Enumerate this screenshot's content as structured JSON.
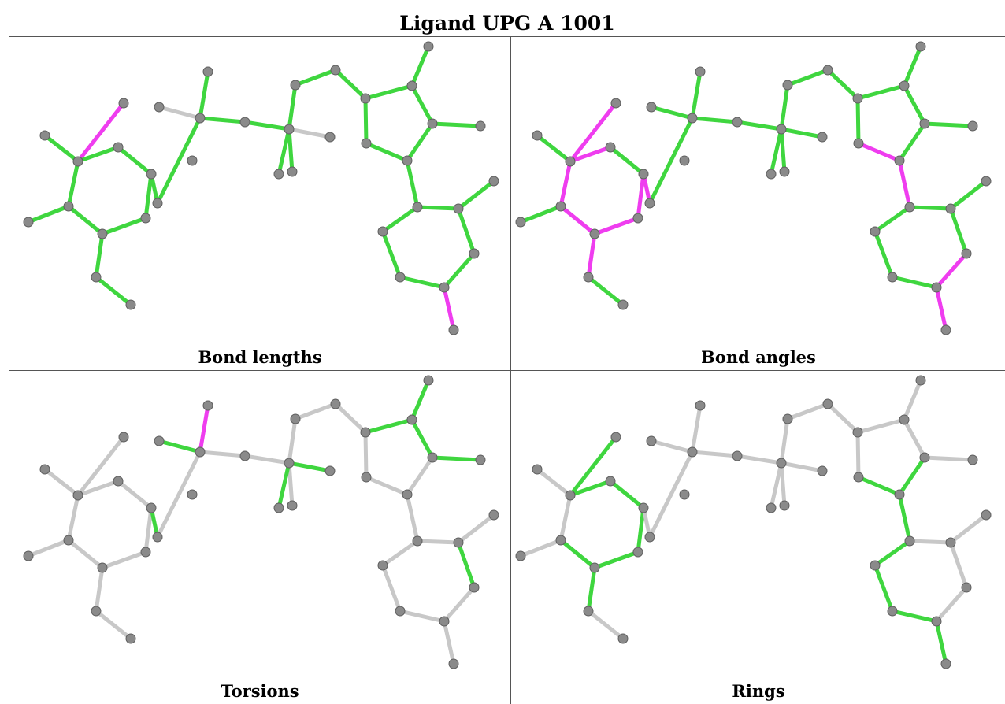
{
  "title": "Ligand UPG A 1001",
  "colors": {
    "good": "#3fd63f",
    "bad": "#ef3def",
    "neutral": "#c8c8c8",
    "atom": "#8a8a8a"
  },
  "panels": [
    {
      "label": "Bond lengths",
      "edges": [
        "g",
        "m",
        "g",
        "g",
        "g",
        "g",
        "g",
        "g",
        "g",
        "g",
        "g",
        "g",
        "g",
        "g",
        "n",
        "g",
        "g",
        "g",
        "n",
        "g",
        "g",
        "g",
        "g",
        "g",
        "g",
        "g",
        "g",
        "g",
        "g",
        "g",
        "g",
        "g",
        "g",
        "g",
        "g",
        "g",
        "g",
        "g",
        "m",
        "m",
        "g",
        "g",
        "g",
        "g",
        "m"
      ]
    },
    {
      "label": "Bond angles",
      "edges": [
        "g",
        "m",
        "m",
        "m",
        "g",
        "m",
        "m",
        "g",
        "m",
        "m",
        "g",
        "m",
        "g",
        "g",
        "g",
        "g",
        "g",
        "g",
        "g",
        "g",
        "g",
        "g",
        "g",
        "g",
        "g",
        "g",
        "g",
        "g",
        "m",
        "g",
        "m",
        "g",
        "g",
        "g",
        "g",
        "g",
        "g",
        "m",
        "m",
        "m",
        "m",
        "m",
        "m",
        "m",
        "g"
      ]
    },
    {
      "label": "Torsions",
      "edges": [
        "n",
        "n",
        "n",
        "n",
        "n",
        "n",
        "n",
        "n",
        "n",
        "n",
        "n",
        "g",
        "n",
        "m",
        "g",
        "n",
        "n",
        "n",
        "g",
        "g",
        "n",
        "n",
        "n",
        "g",
        "g",
        "g",
        "g",
        "n",
        "n",
        "n",
        "n",
        "n",
        "n",
        "n",
        "g",
        "n",
        "n",
        "n",
        "n",
        "n",
        "n",
        "n",
        "n",
        "n",
        "n"
      ]
    },
    {
      "label": "Rings",
      "edges": [
        "n",
        "g",
        "g",
        "n",
        "g",
        "g",
        "g",
        "n",
        "g",
        "g",
        "n",
        "n",
        "n",
        "n",
        "n",
        "n",
        "n",
        "n",
        "n",
        "n",
        "n",
        "n",
        "n",
        "n",
        "n",
        "n",
        "n",
        "g",
        "g",
        "n",
        "g",
        "g",
        "n",
        "n",
        "n",
        "g",
        "g",
        "n",
        "g",
        "g",
        "g",
        "g",
        "g",
        "g",
        "n"
      ]
    }
  ]
}
